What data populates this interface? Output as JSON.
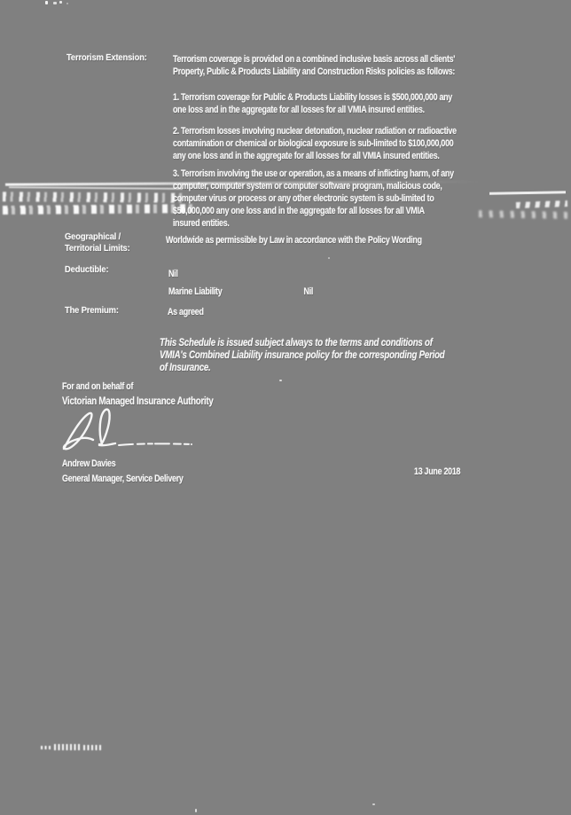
{
  "colors": {
    "page_background": "#808080",
    "ink": "#fafafa"
  },
  "doc": {
    "terrorism": {
      "label": "Terrorism Extension:",
      "p1": "Terrorism coverage is provided on a combined inclusive basis across all clients'\nProperty, Public & Products Liability and Construction Risks policies as follows:",
      "p2": "1. Terrorism coverage for Public & Products Liability losses is $500,000,000 any\none loss and in the aggregate for all losses for all VMIA insured entities.",
      "p3": "2. Terrorism losses involving nuclear detonation, nuclear radiation or radioactive\ncontamination or chemical or biological exposure is sub-limited to $100,000,000\nany one loss and in the aggregate for all losses for all VMIA insured entities.",
      "p4": "3. Terrorism involving the use or operation, as a means of inflicting harm, of any\ncomputer, computer system or computer software program, malicious code,\ncomputer virus or process or any other electronic system is sub-limited to\n$50,000,000 any one loss and in the aggregate for all losses for all VMIA\ninsured entities."
    },
    "geographical": {
      "label": "Geographical /\nTerritorial Limits:",
      "value": "Worldwide as permissible by Law in accordance with the Policy Wording"
    },
    "deductible": {
      "label": "Deductible:",
      "value": "Nil",
      "marine_label": "Marine Liability",
      "marine_value": "Nil"
    },
    "premium": {
      "label": "The Premium:",
      "value": "As agreed"
    },
    "notice": "This Schedule is issued subject always to the terms and conditions of\nVMIA's Combined Liability insurance policy for the corresponding Period\nof Insurance.",
    "signoff": {
      "preamble": "For and on behalf of",
      "organisation": "Victorian Managed Insurance Authority",
      "name": "Andrew Davies",
      "title": "General Manager, Service Delivery",
      "date": "13 June 2018"
    }
  }
}
